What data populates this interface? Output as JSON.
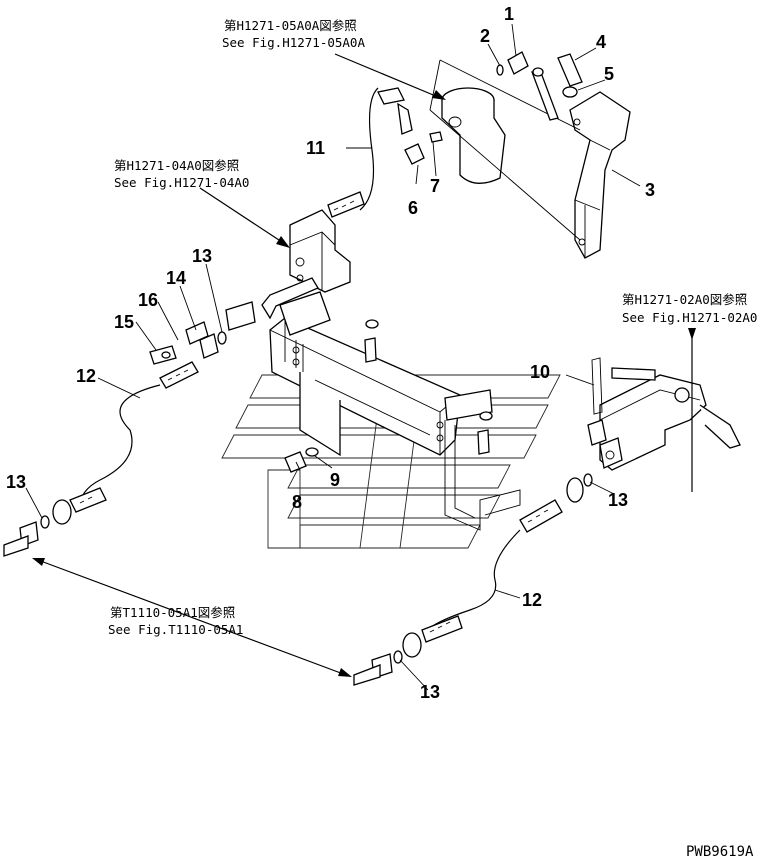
{
  "references": {
    "ref_top": {
      "jp": "第H1271-05A0A図参照",
      "en": "See Fig.H1271-05A0A"
    },
    "ref_left": {
      "jp": "第H1271-04A0図参照",
      "en": "See Fig.H1271-04A0"
    },
    "ref_right": {
      "jp": "第H1271-02A0図参照",
      "en": "See Fig.H1271-02A0"
    },
    "ref_bottom": {
      "jp": "第T1110-05A1図参照",
      "en": "See Fig.T1110-05A1"
    }
  },
  "callouts": {
    "c1": "1",
    "c2": "2",
    "c3": "3",
    "c4": "4",
    "c5": "5",
    "c6": "6",
    "c7": "7",
    "c8": "8",
    "c9": "9",
    "c10": "10",
    "c11": "11",
    "c12a": "12",
    "c12b": "12",
    "c13a": "13",
    "c13b": "13",
    "c13c": "13",
    "c13d": "13",
    "c14": "14",
    "c15": "15",
    "c16": "16"
  },
  "drawing_code": "PWB9619A"
}
